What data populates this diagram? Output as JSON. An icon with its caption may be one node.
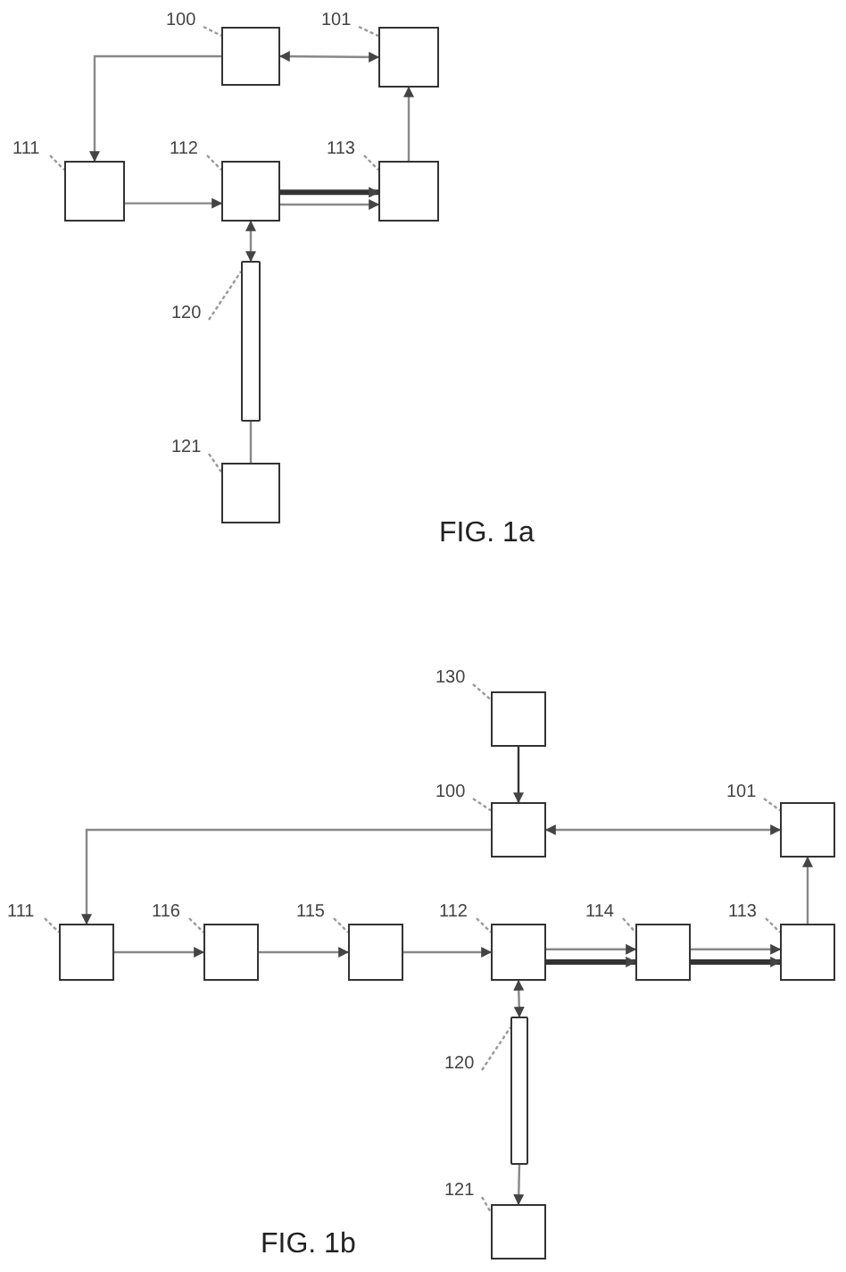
{
  "diagram": {
    "nodes": [
      {
        "text": [
          "100"
        ]
      },
      {
        "text": [],
        "shape": "box"
      },
      {
        "text": [
          "101"
        ]
      },
      {
        "text": [],
        "shape": "box"
      },
      {
        "text": [
          "111"
        ]
      },
      {
        "text": [],
        "shape": "box"
      },
      {
        "text": [
          "112"
        ]
      },
      {
        "text": [],
        "shape": "box"
      },
      {
        "text": [
          "113"
        ]
      },
      {
        "text": [],
        "shape": "box"
      },
      {
        "text": [
          "120"
        ]
      },
      {
        "text": [],
        "shape": "bar"
      },
      {
        "text": [
          "121"
        ]
      },
      {
        "text": [],
        "shape": "box"
      },
      {
        "text": [
          "130"
        ]
      },
      {
        "text": [],
        "shape": "box"
      },
      {
        "text": [
          "100"
        ]
      },
      {
        "text": [],
        "shape": "box"
      },
      {
        "text": [
          "101"
        ]
      },
      {
        "text": [],
        "shape": "box"
      },
      {
        "text": [
          "111"
        ]
      },
      {
        "text": [],
        "shape": "box"
      },
      {
        "text": [
          "116"
        ]
      },
      {
        "text": [],
        "shape": "box"
      },
      {
        "text": [
          "115"
        ]
      },
      {
        "text": [],
        "shape": "box"
      },
      {
        "text": [
          "112"
        ]
      },
      {
        "text": [],
        "shape": "box"
      },
      {
        "text": [
          "114"
        ]
      },
      {
        "text": [],
        "shape": "box"
      },
      {
        "text": [
          "113"
        ]
      },
      {
        "text": [],
        "shape": "box"
      },
      {
        "text": [
          "120"
        ]
      },
      {
        "text": [],
        "shape": "bar"
      },
      {
        "text": [
          "121"
        ]
      },
      {
        "text": [],
        "shape": "box"
      }
    ],
    "edges": [
      {
        "from": 0,
        "to": 1,
        "arrow": "none",
        "style": "dashed"
      },
      {
        "from": 2,
        "to": 3,
        "arrow": "none",
        "style": "dashed"
      },
      {
        "from": 4,
        "to": 5,
        "arrow": "none",
        "style": "dashed"
      },
      {
        "from": 6,
        "to": 7,
        "arrow": "none",
        "style": "dashed"
      },
      {
        "from": 8,
        "to": 9,
        "arrow": "none",
        "style": "dashed"
      },
      {
        "from": 10,
        "to": 11,
        "arrow": "none",
        "style": "dashed"
      },
      {
        "from": 12,
        "to": 13,
        "arrow": "none",
        "style": "dashed"
      },
      {
        "from": 14,
        "to": 15,
        "arrow": "none",
        "style": "dashed"
      },
      {
        "from": 16,
        "to": 17,
        "arrow": "none",
        "style": "dashed"
      },
      {
        "from": 18,
        "to": 19,
        "arrow": "none",
        "style": "dashed"
      },
      {
        "from": 20,
        "to": 21,
        "arrow": "none",
        "style": "dashed"
      },
      {
        "from": 22,
        "to": 23,
        "arrow": "none",
        "style": "dashed"
      },
      {
        "from": 24,
        "to": 25,
        "arrow": "none",
        "style": "dashed"
      },
      {
        "from": 26,
        "to": 27,
        "arrow": "none",
        "style": "dashed"
      },
      {
        "from": 28,
        "to": 29,
        "arrow": "none",
        "style": "dashed"
      },
      {
        "from": 30,
        "to": 31,
        "arrow": "none",
        "style": "dashed"
      },
      {
        "from": 32,
        "to": 33,
        "arrow": "none",
        "style": "dashed"
      },
      {
        "from": 34,
        "to": 35,
        "arrow": "none",
        "style": "dashed"
      },
      {
        "from": 1,
        "to": 5,
        "arrow": "to"
      },
      {
        "from": 1,
        "to": 3,
        "arrow": "both"
      },
      {
        "from": 9,
        "to": 3,
        "arrow": "to"
      },
      {
        "from": 5,
        "to": 7,
        "arrow": "to"
      },
      {
        "from": 7,
        "to": 9,
        "arrow": "to",
        "style": "thick",
        "color": "#333333"
      },
      {
        "from": 7,
        "to": 9,
        "arrow": "to"
      },
      {
        "from": 7,
        "to": 11,
        "arrow": "both"
      },
      {
        "from": 11,
        "to": 13,
        "arrow": "none"
      },
      {
        "from": 15,
        "to": 17,
        "arrow": "to",
        "color": "#333333"
      },
      {
        "from": 17,
        "to": 21,
        "arrow": "to"
      },
      {
        "from": 17,
        "to": 19,
        "arrow": "both"
      },
      {
        "from": 31,
        "to": 19,
        "arrow": "to"
      },
      {
        "from": 21,
        "to": 23,
        "arrow": "to"
      },
      {
        "from": 23,
        "to": 25,
        "arrow": "to"
      },
      {
        "from": 25,
        "to": 27,
        "arrow": "to"
      },
      {
        "from": 27,
        "to": 29,
        "arrow": "to"
      },
      {
        "from": 27,
        "to": 29,
        "arrow": "to",
        "style": "thick",
        "color": "#333333"
      },
      {
        "from": 29,
        "to": 31,
        "arrow": "to"
      },
      {
        "from": 29,
        "to": 31,
        "arrow": "to",
        "style": "thick",
        "color": "#333333"
      },
      {
        "from": 27,
        "to": 33,
        "arrow": "both"
      },
      {
        "from": 33,
        "to": 35,
        "arrow": "to"
      }
    ],
    "labels": [
      "FIG. 1a",
      "FIG. 1b"
    ]
  }
}
